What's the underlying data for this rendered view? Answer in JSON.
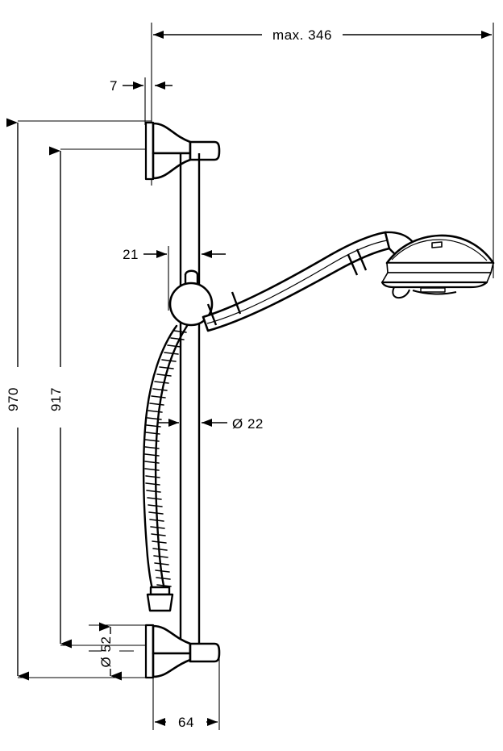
{
  "drawing": {
    "title": "Shower bar set with hand shower — dimensioned technical drawing",
    "units": "mm",
    "line_color": "#000000",
    "background_color": "#ffffff"
  },
  "dimensions": {
    "max_reach": {
      "label": "max. 346",
      "value": 346,
      "orientation": "horizontal",
      "arrows": "outward",
      "position": "top"
    },
    "wall_plate_thickness": {
      "label": "7",
      "value": 7,
      "orientation": "horizontal",
      "arrows": "inward",
      "position": "top-left"
    },
    "bracket_offset": {
      "label": "21",
      "value": 21,
      "orientation": "horizontal",
      "arrows": "inward",
      "position": "middle-left"
    },
    "overall_height": {
      "label": "970",
      "value": 970,
      "orientation": "vertical",
      "arrows": "outward",
      "position": "far-left"
    },
    "bracket_centers": {
      "label": "917",
      "value": 917,
      "orientation": "vertical",
      "arrows": "outward",
      "position": "left"
    },
    "bar_diameter": {
      "label": "Ø 22",
      "value": 22,
      "orientation": "horizontal",
      "arrows": "inward",
      "position": "middle"
    },
    "flange_diameter": {
      "label": "Ø 52",
      "value": 52,
      "orientation": "vertical",
      "arrows": "outward",
      "position": "bottom-left"
    },
    "wall_projection": {
      "label": "64",
      "value": 64,
      "orientation": "horizontal",
      "arrows": "outward",
      "position": "bottom"
    }
  },
  "components": [
    {
      "name": "wall-bracket-top",
      "description": "Upper flared wall mounting bracket"
    },
    {
      "name": "slide-bar",
      "description": "Vertical shower slide bar, Ø 22"
    },
    {
      "name": "slider-holder",
      "description": "Ball-joint hand shower holder on bar"
    },
    {
      "name": "hand-shower",
      "description": "Hand shower with curved handle and fan spray face"
    },
    {
      "name": "shower-hose",
      "description": "Flexible coiled shower hose"
    },
    {
      "name": "hose-connector",
      "description": "Conical hose connector nut"
    },
    {
      "name": "wall-bracket-bottom",
      "description": "Lower flared wall mounting bracket"
    }
  ]
}
